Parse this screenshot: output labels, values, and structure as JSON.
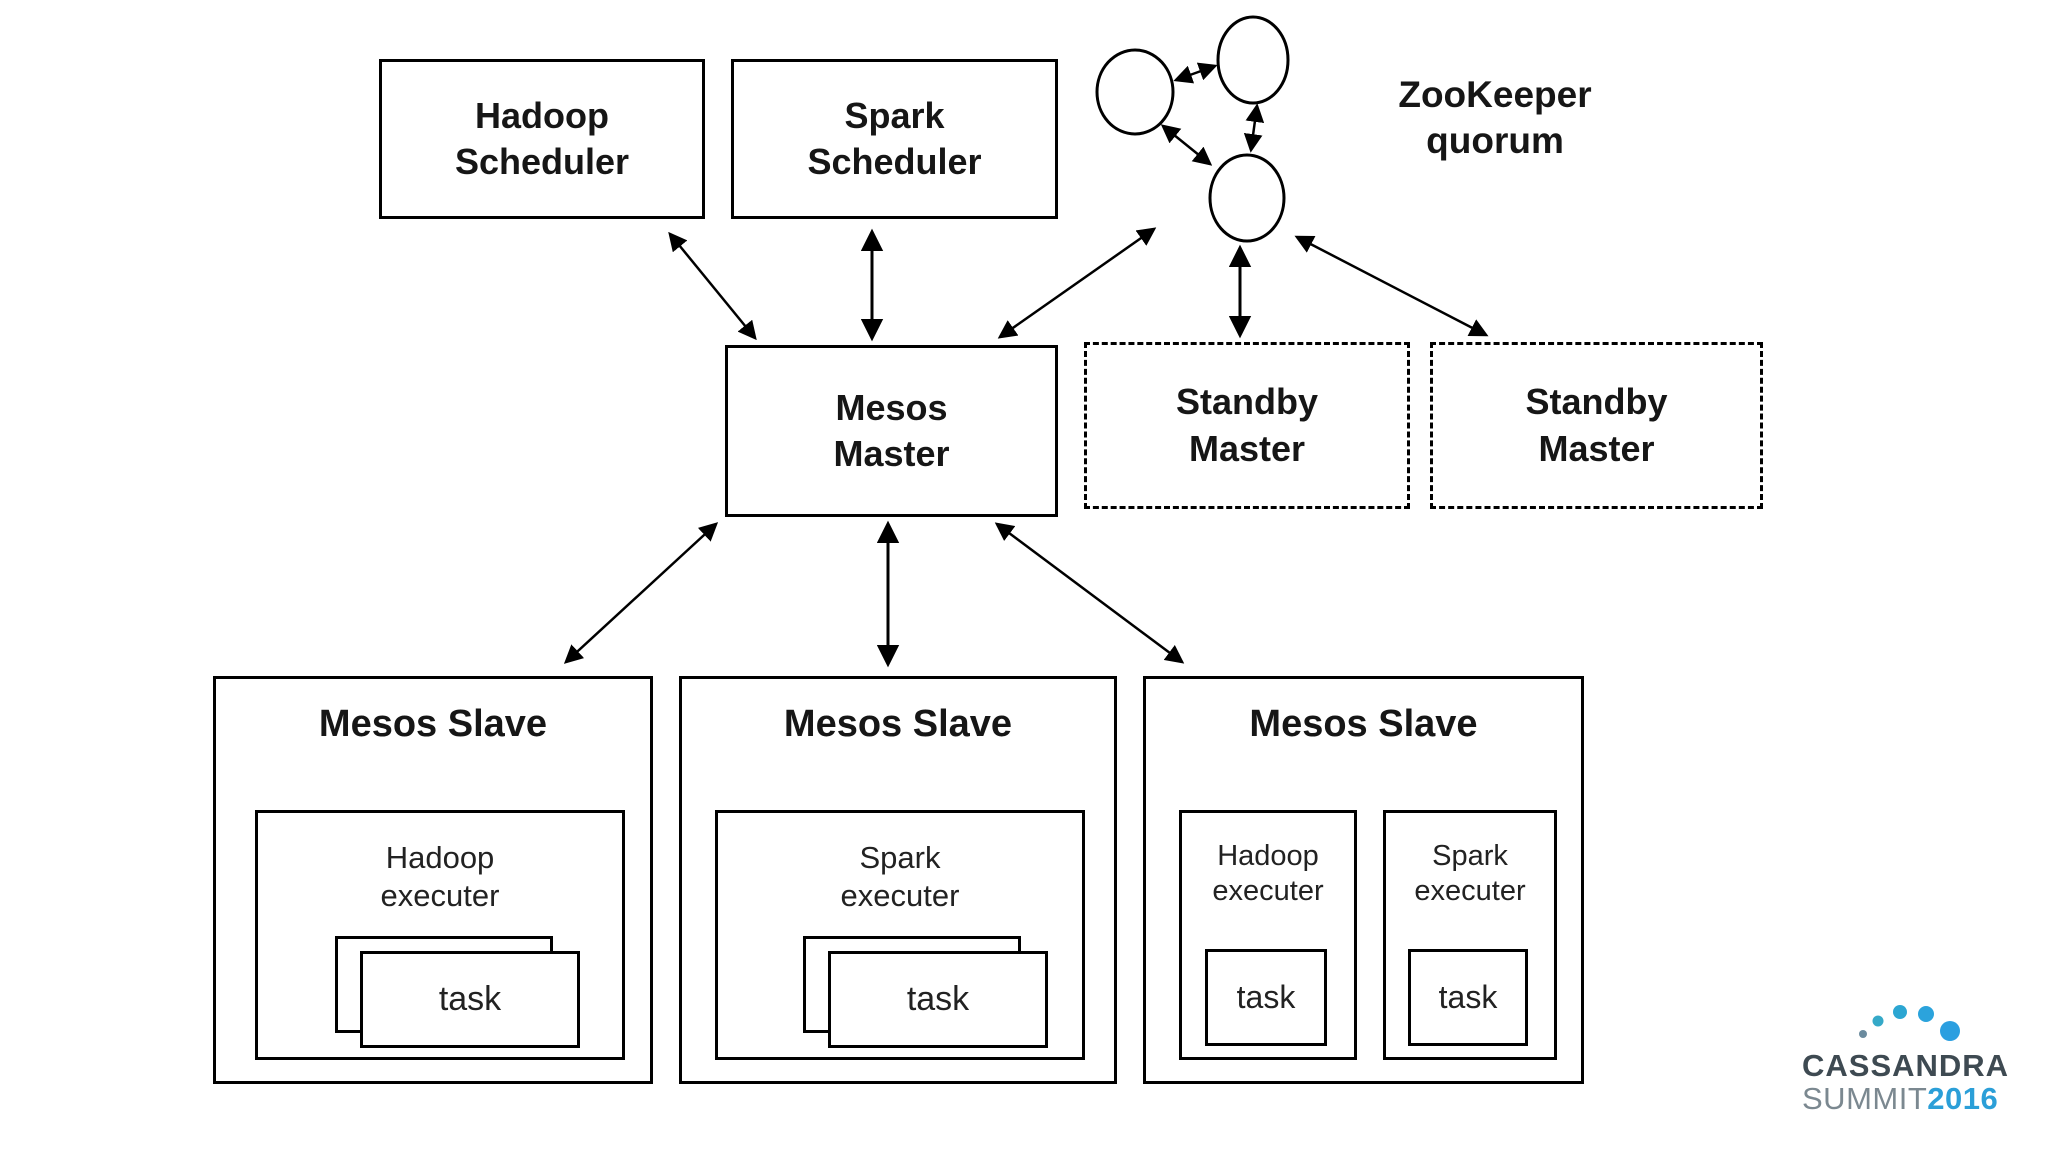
{
  "diagram": {
    "schedulers": {
      "hadoop": "Hadoop\nScheduler",
      "spark": "Spark\nScheduler"
    },
    "zookeeper": {
      "label": "ZooKeeper\nquorum",
      "node_count": 3
    },
    "masters": {
      "active": "Mesos\nMaster",
      "standby1": "Standby\nMaster",
      "standby2": "Standby\nMaster"
    },
    "slaves": [
      {
        "title": "Mesos Slave",
        "executors": [
          {
            "label": "Hadoop\nexecuter",
            "task_label": "task",
            "tasks_stacked": true
          }
        ]
      },
      {
        "title": "Mesos Slave",
        "executors": [
          {
            "label": "Spark\nexecuter",
            "task_label": "task",
            "tasks_stacked": true
          }
        ]
      },
      {
        "title": "Mesos Slave",
        "executors": [
          {
            "label": "Hadoop\nexecuter",
            "task_label": "task",
            "tasks_stacked": false
          },
          {
            "label": "Spark\nexecuter",
            "task_label": "task",
            "tasks_stacked": false
          }
        ]
      }
    ]
  },
  "logo": {
    "title": "CASSANDRA",
    "subtitle": "SUMMIT",
    "year": "2016",
    "title_color": "#3e4a52",
    "subtitle_color": "#7b8890",
    "year_color": "#2b9fd8",
    "dot_colors": [
      "#6b8b9e",
      "#35a9c8",
      "#2ca6d2",
      "#2ba3dc",
      "#2b9fe0"
    ]
  }
}
